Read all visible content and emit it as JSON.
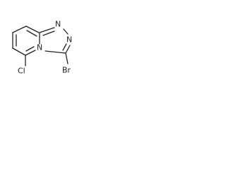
{
  "molecule": {
    "atoms": {
      "n1": "N",
      "n2": "N",
      "n4": "N",
      "br": "Br",
      "cl": "Cl"
    }
  },
  "colors": {
    "ink": "#222222",
    "background": "#ffffff"
  }
}
